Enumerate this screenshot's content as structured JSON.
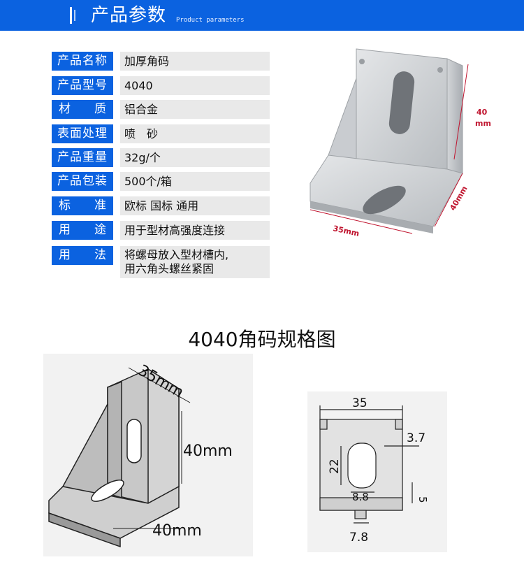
{
  "header": {
    "title": "产品参数",
    "subtitle": "Product parameters"
  },
  "params": [
    {
      "label": "产品名称",
      "value": "加厚角码"
    },
    {
      "label": "产品型号",
      "value": "4040"
    },
    {
      "label": "材　　质",
      "value": "铝合金"
    },
    {
      "label": "表面处理",
      "value": "喷　砂"
    },
    {
      "label": "产品重量",
      "value": "32g/个"
    },
    {
      "label": "产品包装",
      "value": "500个/箱"
    },
    {
      "label": "标　　准",
      "value": "欧标  国标  通用"
    },
    {
      "label": "用　　途",
      "value": "用于型材高强度连接"
    },
    {
      "label": "用　　法",
      "value_line1": "将螺母放入型材槽内,",
      "value_line2": "用六角头螺丝紧固"
    }
  ],
  "photo": {
    "dim_height_num": "40",
    "dim_height_unit": "mm",
    "dim_depth": "40mm",
    "dim_width": "35mm"
  },
  "spec_title": "4040角码规格图",
  "iso_drawing": {
    "dim_top": "35mm",
    "dim_height": "40mm",
    "dim_bottom": "40mm"
  },
  "front_drawing": {
    "width": "35",
    "slot_height": "22",
    "edge": "3.7",
    "slot_width": "8.8",
    "base": "5",
    "tab": "7.8"
  },
  "colors": {
    "accent": "#0b62e0",
    "value_bg": "#e9e9e9"
  }
}
